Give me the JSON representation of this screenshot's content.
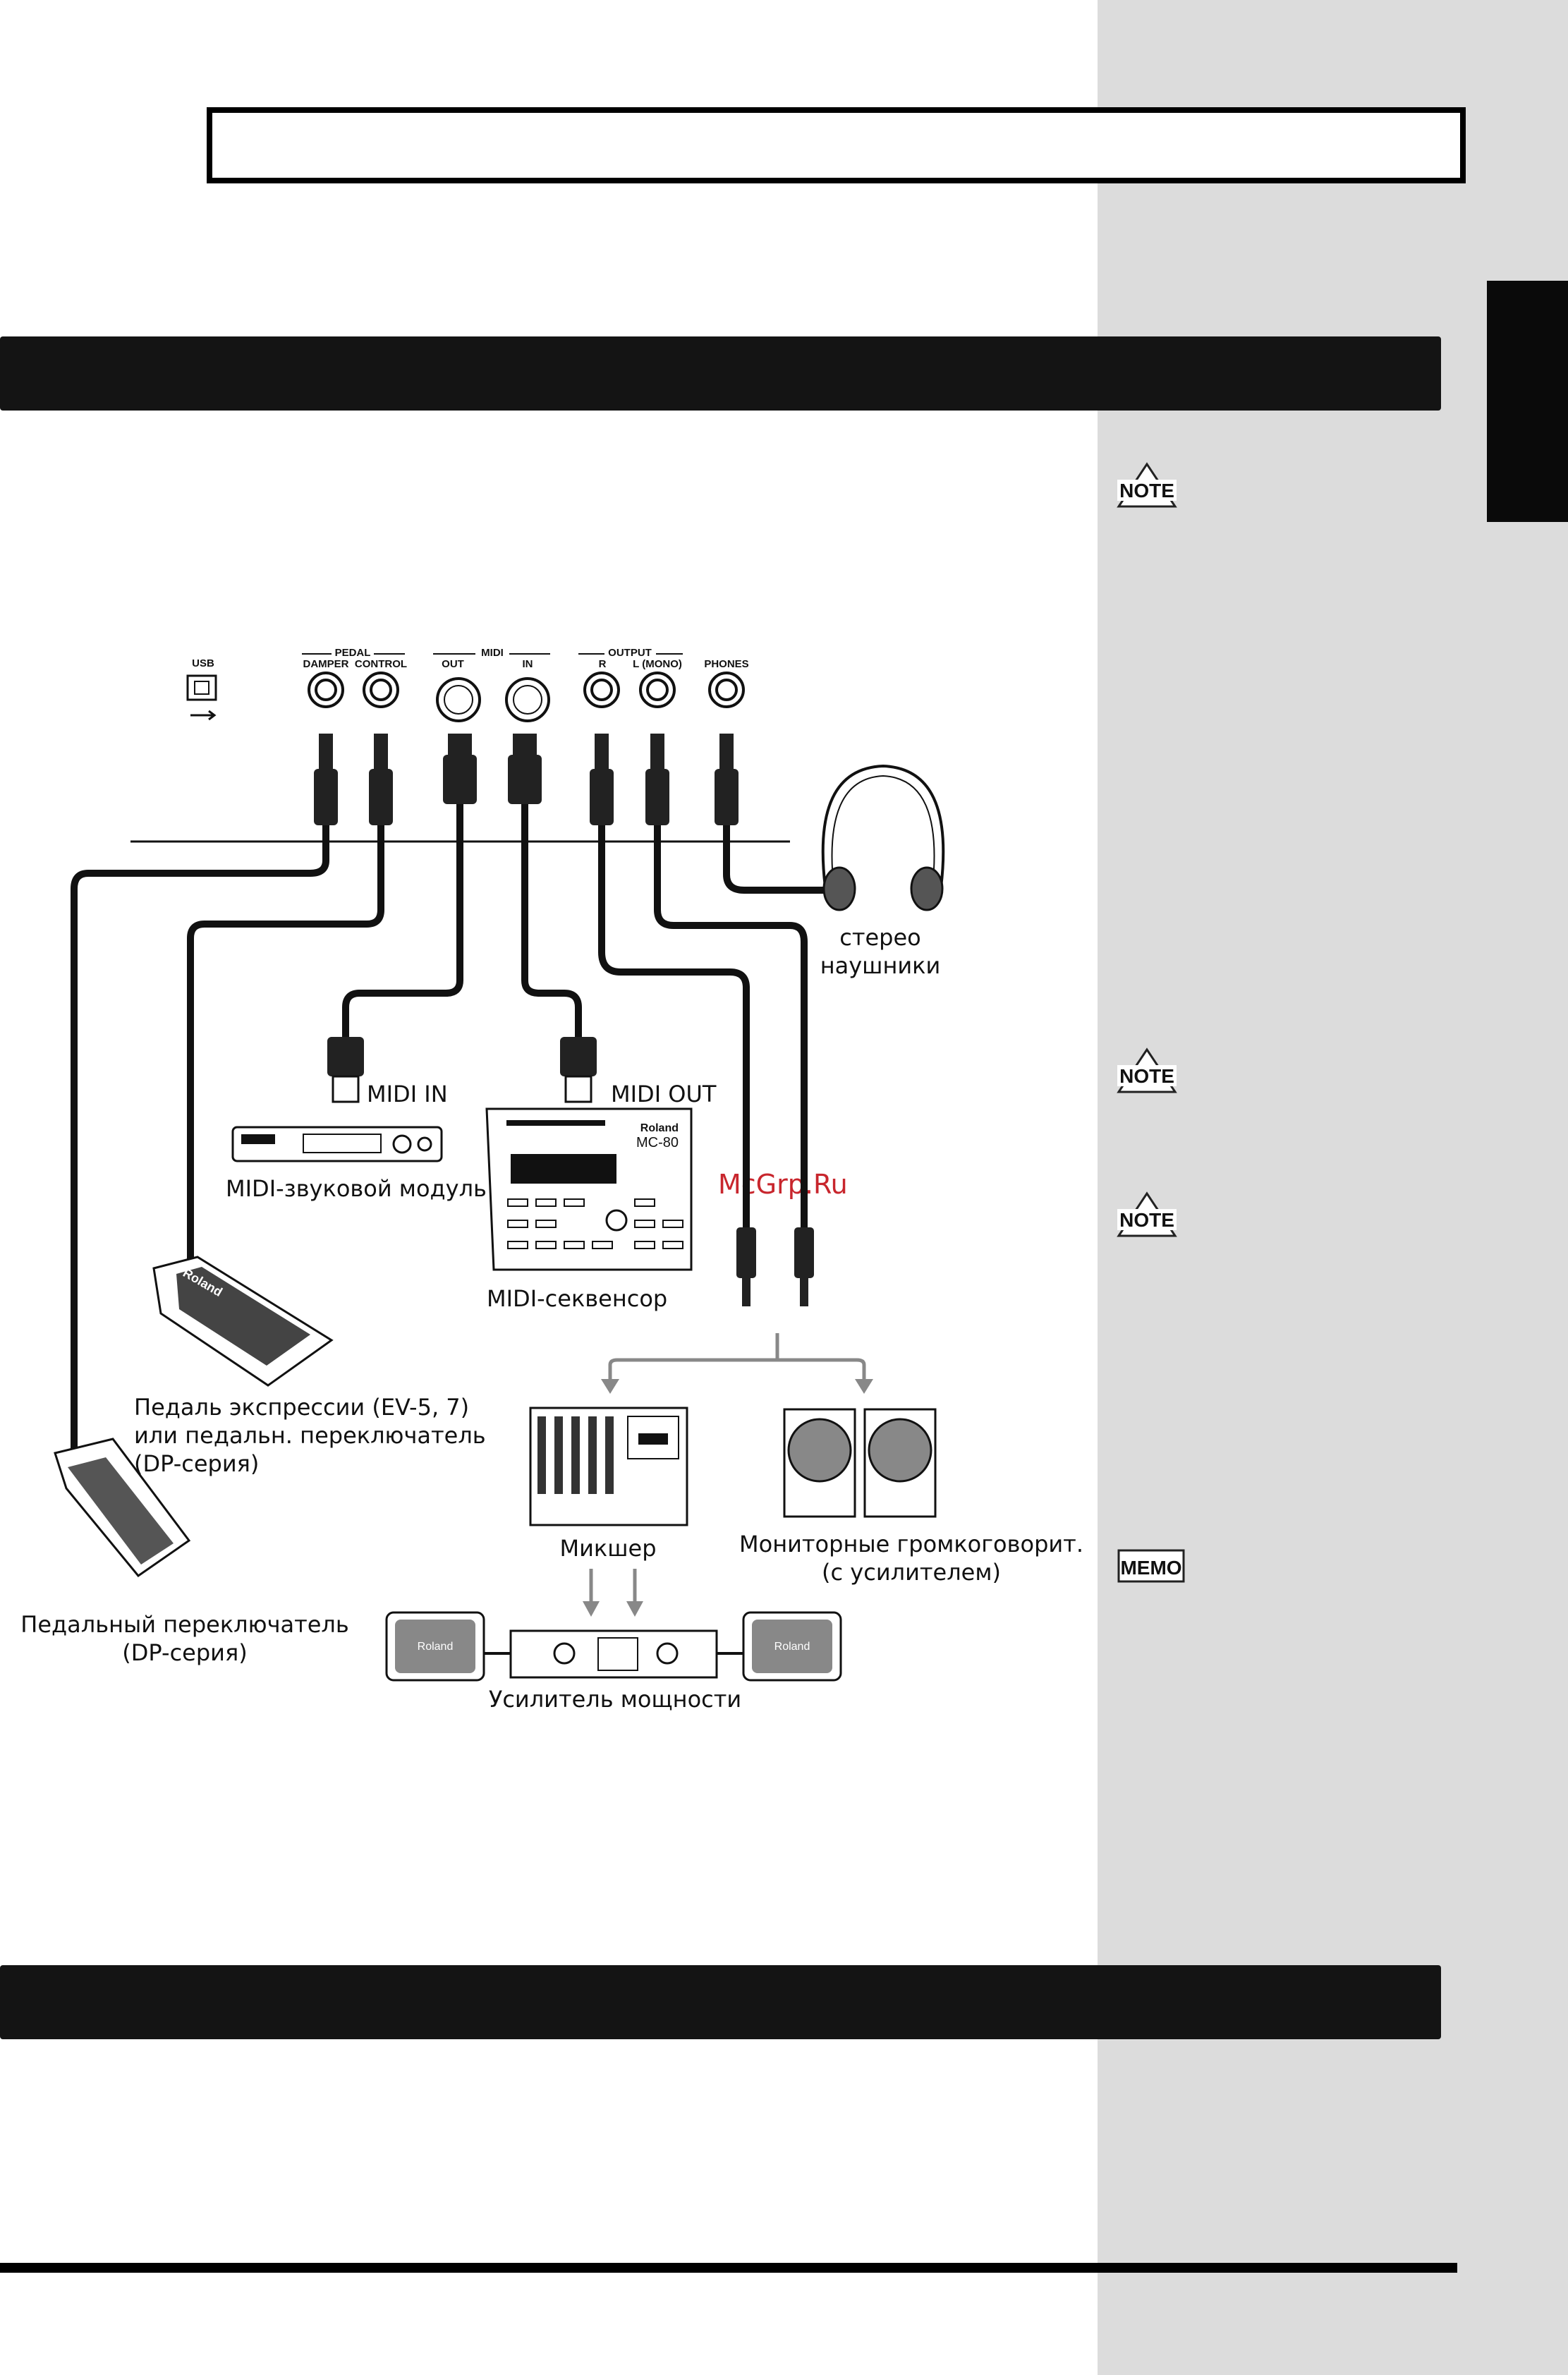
{
  "page": {
    "watermark": "McGrp.Ru"
  },
  "panel": {
    "usb": "USB",
    "pedal_group": "PEDAL",
    "damper": "DAMPER",
    "control": "CONTROL",
    "midi_group": "MIDI",
    "midi_out": "OUT",
    "midi_in": "IN",
    "output_group": "OUTPUT",
    "output_r": "R",
    "output_l": "L (MONO)",
    "phones": "PHONES"
  },
  "devices": {
    "headphones": [
      "стерео",
      "наушники"
    ],
    "midi_in_plug": "MIDI IN",
    "midi_out_plug": "MIDI OUT",
    "sound_module": "MIDI-звуковой модуль",
    "sequencer": "MIDI-секвенсор",
    "sequencer_brand": "Roland",
    "sequencer_model": "MC-80",
    "expression_pedal": [
      "Педаль экспрессии (EV-5, 7)",
      "или педальн. переключатель",
      "(DP-серия)"
    ],
    "expression_brand": "Roland",
    "mixer": "Микшер",
    "monitors": [
      "Мониторные громкоговорит.",
      "(с усилителем)"
    ],
    "pedal_switch": [
      "Педальный переключатель",
      "(DP-серия)"
    ],
    "amplifier": "Усилитель мощности",
    "speaker_brand": "Roland"
  },
  "badges": {
    "note": "NOTE",
    "memo": "MEMO"
  }
}
